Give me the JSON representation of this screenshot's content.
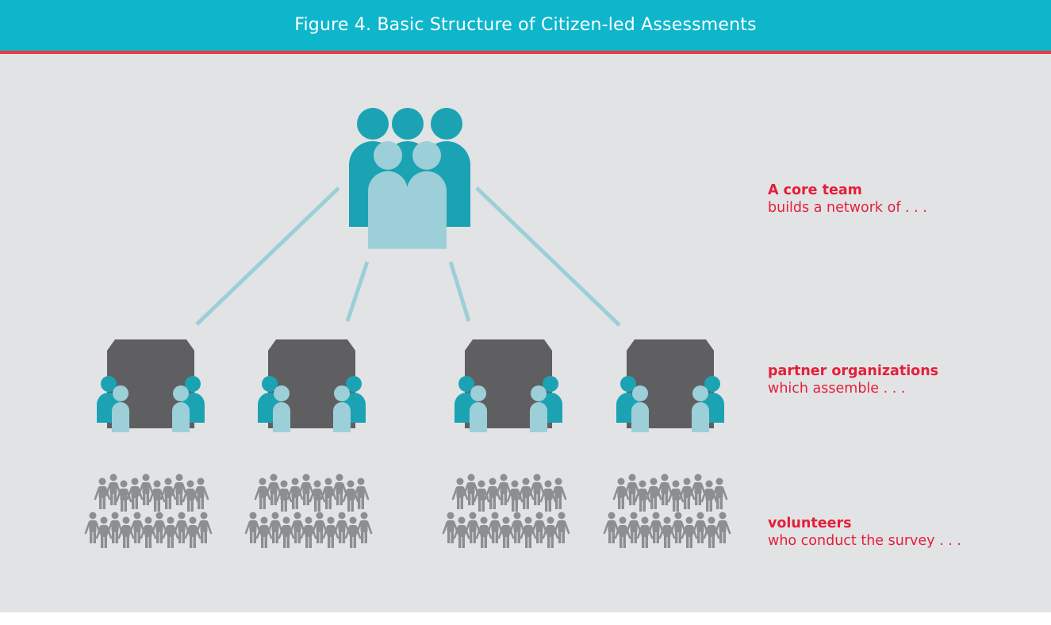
{
  "title": "Figure 4. Basic Structure of Citizen-led Assessments",
  "colors": {
    "header": "#0db6cb",
    "header_rule": "#e83a3f",
    "background": "#e2e3e5",
    "team_dark": "#1ba3b4",
    "team_light": "#9ccfd8",
    "connector": "#9ccfd8",
    "building": "#5f5f61",
    "volunteer": "#8d8e90",
    "label_text": "#e41f3a"
  },
  "levels": [
    {
      "id": "core",
      "heading": "A core team",
      "text": "builds a network of . . ."
    },
    {
      "id": "partners",
      "heading": "partner organizations",
      "text": "which assemble . . ."
    },
    {
      "id": "volunteers",
      "heading": "volunteers",
      "text": "who conduct the survey . . ."
    }
  ]
}
